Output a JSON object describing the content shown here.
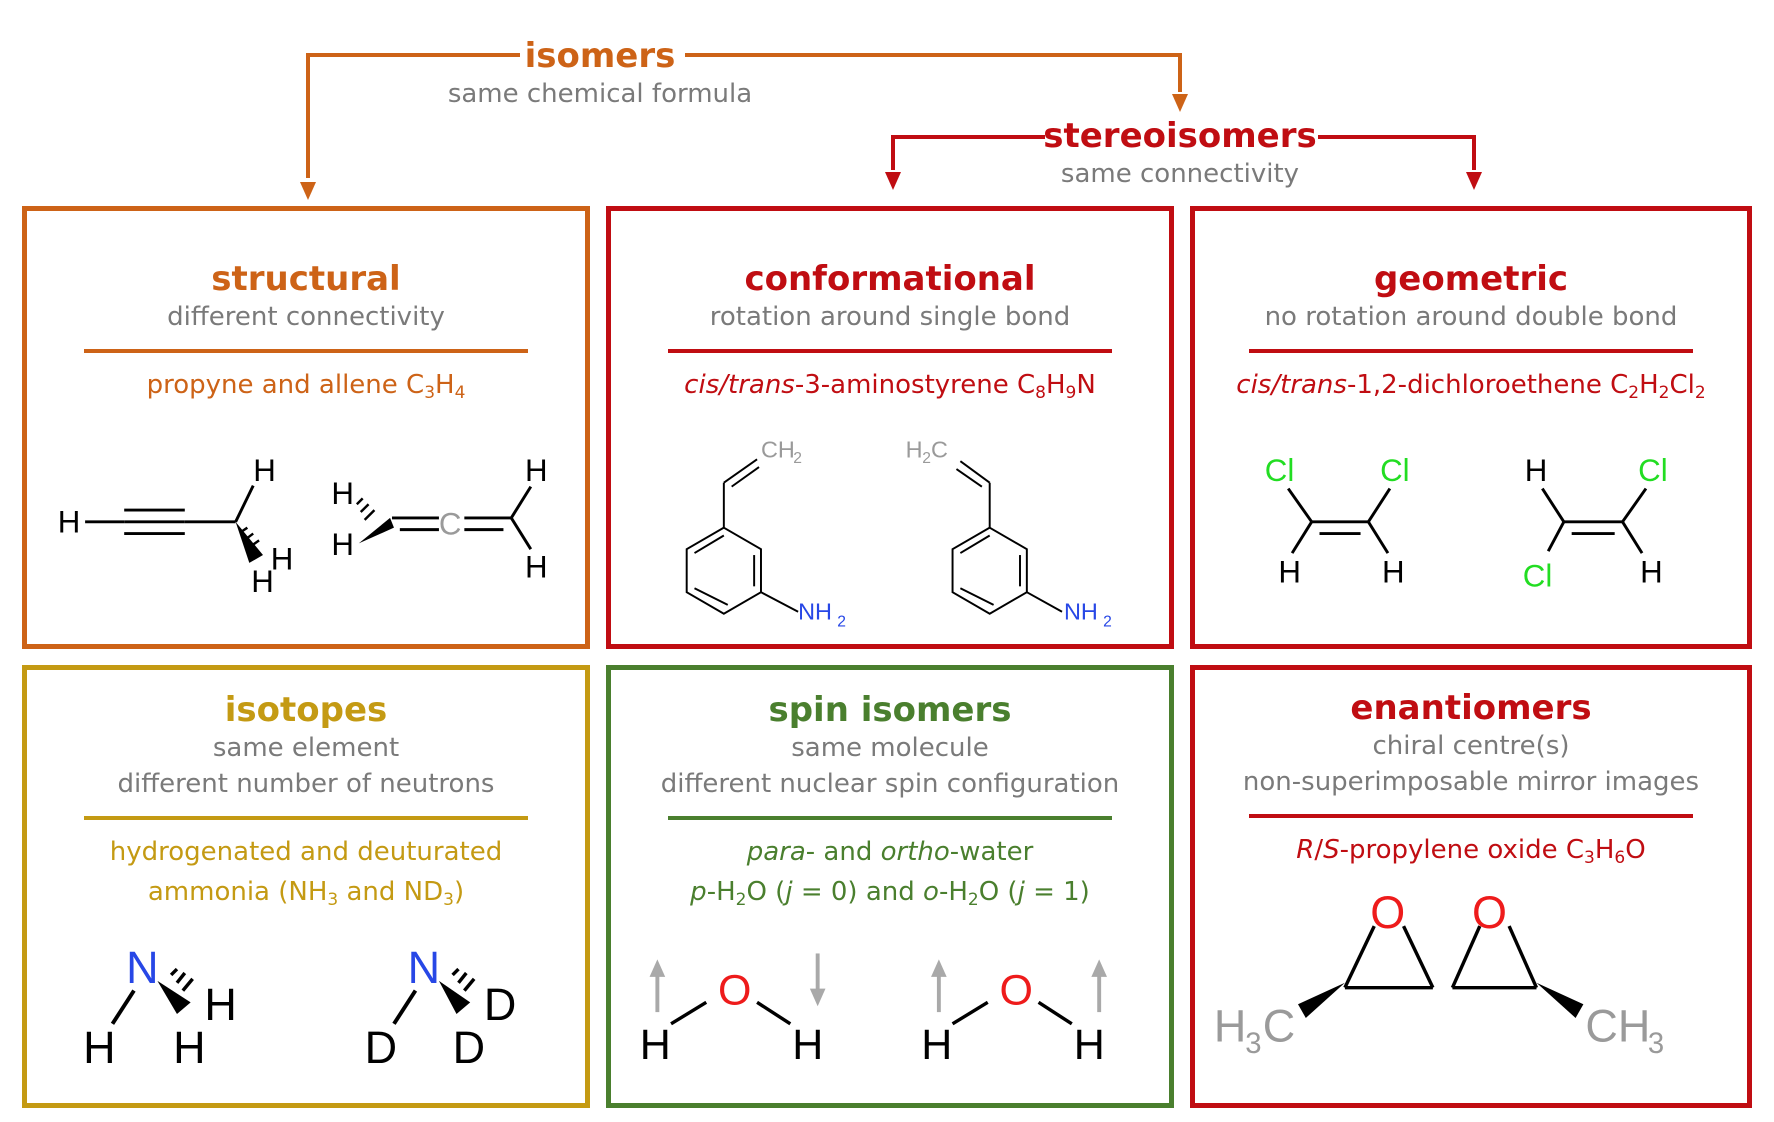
{
  "colors": {
    "structural": "#cd6317",
    "stereo": "#c00d12",
    "isotopes": "#c49a13",
    "spin": "#4a7f2e",
    "gray": "#7a7a7a",
    "nitrogen": "#2747e6",
    "oxygen": "#ee1b1b",
    "chlorine": "#22dd22"
  },
  "top": {
    "isomers": {
      "title": "isomers",
      "subtitle": "same chemical formula"
    },
    "stereoisomers": {
      "title": "stereoisomers",
      "subtitle": "same connectivity"
    }
  },
  "boxes": {
    "structural": {
      "title": "structural",
      "subtitle": "different connectivity",
      "example": {
        "text": "propyne and allene C",
        "s1": "3",
        "t1": "H",
        "s2": "4"
      },
      "atoms": {
        "h": "H",
        "c": "C"
      }
    },
    "conformational": {
      "title": "conformational",
      "subtitle": "rotation around single bond",
      "example": {
        "prefix": "cis/trans",
        "text": "-3-aminostyrene C",
        "s1": "8",
        "t1": "H",
        "s2": "9",
        "t2": "N"
      },
      "atoms": {
        "ch2": "CH",
        "h2c_h": "H",
        "h2c_c": "C",
        "nh2": "NH",
        "two": "2"
      }
    },
    "geometric": {
      "title": "geometric",
      "subtitle": "no rotation around double bond",
      "example": {
        "prefix": "cis/trans",
        "text": "-1,2-dichloroethene C",
        "s1": "2",
        "t1": "H",
        "s2": "2",
        "t2": "Cl",
        "s3": "2"
      },
      "atoms": {
        "cl": "Cl",
        "h": "H"
      }
    },
    "isotopes": {
      "title": "isotopes",
      "subtitle1": "same element",
      "subtitle2": "different number of neutrons",
      "example1": "hydrogenated and deuturated",
      "example2": {
        "text": "ammonia (NH",
        "s1": "3",
        "mid": " and ND",
        "s2": "3",
        "end": ")"
      },
      "atoms": {
        "n": "N",
        "h": "H",
        "d": "D"
      }
    },
    "spin": {
      "title": "spin isomers",
      "subtitle1": "same molecule",
      "subtitle2": "different nuclear spin configuration",
      "example1": {
        "para": "para",
        "mid": "- and ",
        "ortho": "ortho",
        "end": "-water"
      },
      "example2": {
        "p": "p",
        "h2o_a": "-H",
        "sub": "2",
        "o_a": "O (",
        "j": "j",
        "eq0": " = 0) and ",
        "o": "o",
        "h2o_b": "-H",
        "o_b": "O (",
        "eq1": " = 1)"
      },
      "atoms": {
        "o": "O",
        "h": "H"
      }
    },
    "enantiomers": {
      "title": "enantiomers",
      "subtitle1": "chiral centre(s)",
      "subtitle2": "non-superimposable mirror images",
      "example": {
        "r": "R",
        "slash": "/",
        "s": "S",
        "text": "-propylene oxide C",
        "s1": "3",
        "t1": "H",
        "s2": "6",
        "t2": "O"
      },
      "atoms": {
        "o": "O",
        "h3c_h": "H",
        "h3c_c": "C",
        "ch3": "CH",
        "three": "3"
      }
    }
  }
}
